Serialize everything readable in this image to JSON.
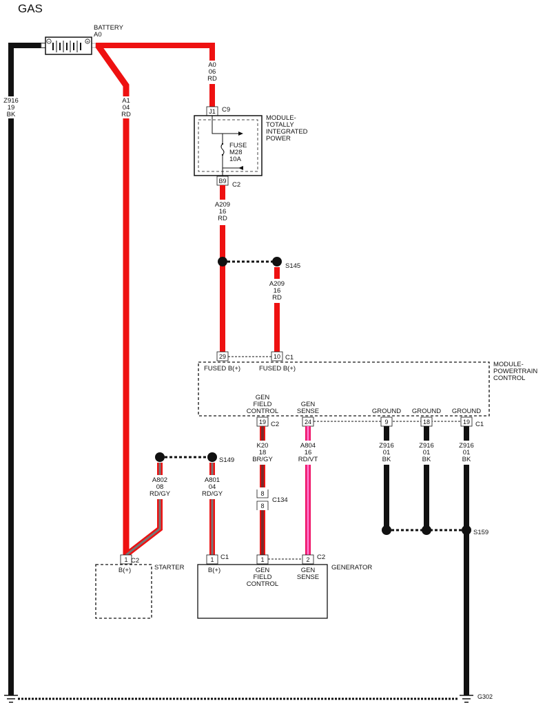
{
  "title": "GAS",
  "colors": {
    "red_wire": "#ee1111",
    "black_wire": "#111111",
    "gray_stripe": "#777777",
    "violet_stripe": "#ff66cc",
    "brown_core": "#7a2b2b"
  },
  "components": {
    "battery": {
      "name": "BATTERY",
      "id": "A0",
      "neg": "−",
      "pos": "+"
    },
    "tipm": {
      "name_lines": [
        "MODULE-",
        "TOTALLY",
        "INTEGRATED",
        "POWER"
      ],
      "fuse_lines": [
        "FUSE",
        "M28",
        "10A"
      ],
      "connector_in": {
        "pin": "J1",
        "conn": "C9"
      },
      "connector_out": {
        "pin": "B9",
        "conn": "C2"
      }
    },
    "pcm": {
      "name_lines": [
        "MODULE-",
        "POWERTRAIN",
        "CONTROL"
      ],
      "pins_top": [
        {
          "pin": "29",
          "label": "FUSED B(+)"
        },
        {
          "pin": "10",
          "label": "FUSED B(+)",
          "conn": "C1"
        }
      ],
      "pins_bottom": [
        {
          "pin": "19",
          "label_lines": [
            "GEN",
            "FIELD",
            "CONTROL"
          ],
          "conn": "C2"
        },
        {
          "pin": "24",
          "label_lines": [
            "GEN",
            "SENSE"
          ]
        },
        {
          "pin": "9",
          "label": "GROUND"
        },
        {
          "pin": "18",
          "label": "GROUND"
        },
        {
          "pin": "19",
          "label": "GROUND",
          "conn": "C1"
        }
      ]
    },
    "starter": {
      "name": "STARTER",
      "pin": "1",
      "conn": "C2",
      "pin_label": "B(+)"
    },
    "generator": {
      "name": "GENERATOR",
      "pins": [
        {
          "pin": "1",
          "conn": "C1",
          "label_lines": [
            "B(+)"
          ]
        },
        {
          "pin": "1",
          "label_lines": [
            "GEN",
            "FIELD",
            "CONTROL"
          ]
        },
        {
          "pin": "2",
          "conn": "C2",
          "label_lines": [
            "GEN",
            "SENSE"
          ]
        }
      ]
    },
    "inline_connector": {
      "name": "C134",
      "pin_top": "8",
      "pin_bottom": "8"
    }
  },
  "wires": {
    "z916_19": [
      "Z916",
      "19",
      "BK"
    ],
    "a1_04": [
      "A1",
      "04",
      "RD"
    ],
    "a0_06": [
      "A0",
      "06",
      "RD"
    ],
    "a209_16_main": [
      "A209",
      "16",
      "RD"
    ],
    "a209_16_branch": [
      "A209",
      "16",
      "RD"
    ],
    "a802_08": [
      "A802",
      "08",
      "RD/GY"
    ],
    "a801_04": [
      "A801",
      "04",
      "RD/GY"
    ],
    "k20_18": [
      "K20",
      "18",
      "BR/GY"
    ],
    "a804_16": [
      "A804",
      "16",
      "RD/VT"
    ],
    "z916_01_a": [
      "Z916",
      "01",
      "BK"
    ],
    "z916_01_b": [
      "Z916",
      "01",
      "BK"
    ],
    "z916_01_c": [
      "Z916",
      "01",
      "BK"
    ]
  },
  "splices": {
    "s145": "S145",
    "s149": "S149",
    "s159": "S159"
  },
  "grounds": {
    "g302": "G302"
  }
}
